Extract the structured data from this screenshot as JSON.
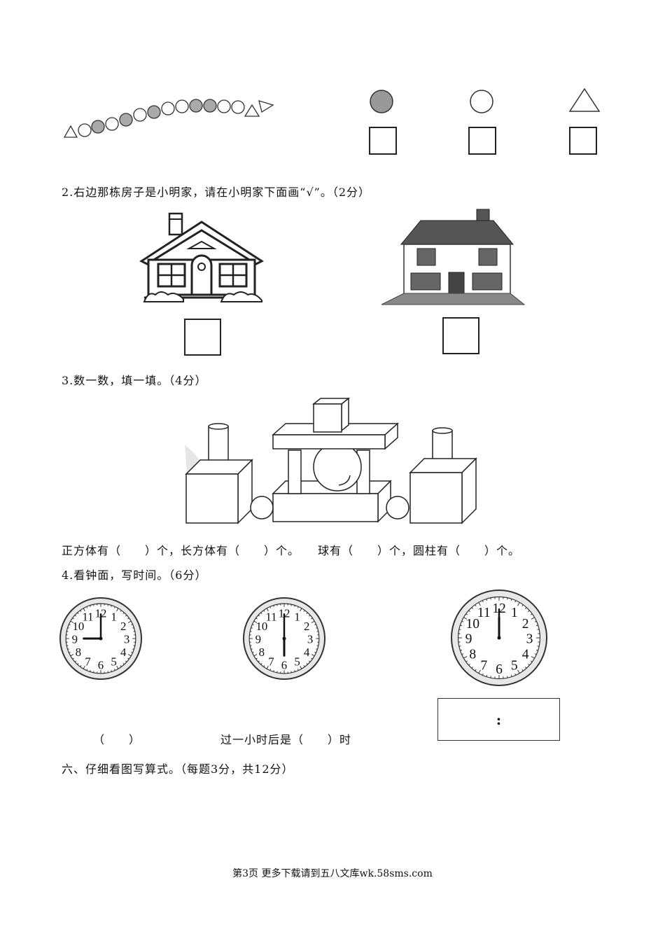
{
  "q2": {
    "text": "2.右边那栋房子是小明家，请在小明家下面画“√”。（2分）"
  },
  "q3": {
    "text": "3.数一数，填一填。（4分）",
    "answer_line": "正方体有（　　）个，长方体有（　　）个。　　球有（　　）个，圆柱有（　　）个。"
  },
  "q4": {
    "text": "4.看钟面，写时间。（6分）",
    "blank1": "（　　）",
    "blank2": "过一小时后是（　　）时",
    "digital_colon": ":"
  },
  "section6": {
    "text": "六、仔细看图写算式。（每题3分，共12分）"
  },
  "clock_numbers": [
    "12",
    "1",
    "2",
    "3",
    "4",
    "5",
    "6",
    "7",
    "8",
    "9",
    "10",
    "11"
  ],
  "footer": {
    "text": "第3页 更多下载请到五八文库wk.58sms.com"
  }
}
